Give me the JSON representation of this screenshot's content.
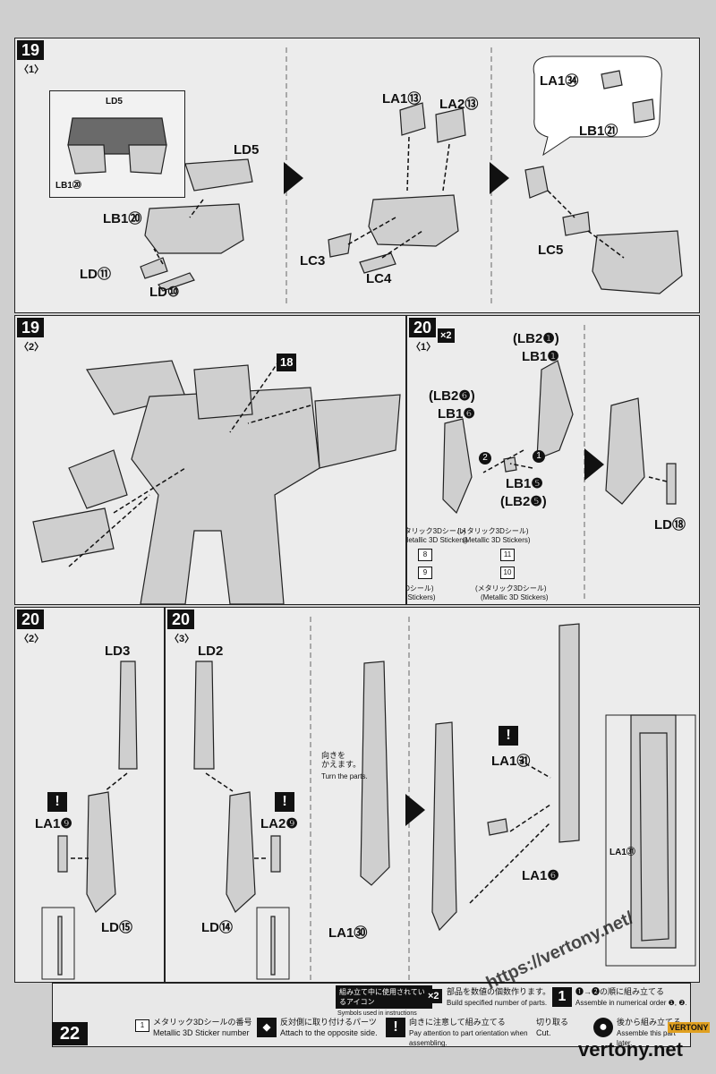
{
  "page_number": "22",
  "steps": {
    "s19_1": {
      "number": "19",
      "sub": "〈1〉",
      "inset_label_top": "LD5",
      "inset_label_bottom": "LB1⑳",
      "labels": [
        "LD5",
        "LB1⑳",
        "LD⑪",
        "LD⑩",
        "LA1⑬",
        "LA2⑬",
        "LC3",
        "LC4",
        "LA1㉞",
        "LB1㉑",
        "LC5"
      ]
    },
    "s19_2": {
      "number": "19",
      "sub": "〈2〉",
      "callout": "18"
    },
    "s20_1": {
      "number": "20",
      "sub": "〈1〉",
      "multiplier": "×2",
      "labels": [
        "(LB2❶)",
        "LB1❶",
        "(LB2❻)",
        "LB1❻",
        "LB1❺",
        "(LB2❺)",
        "LD⑱"
      ],
      "sticker_jp": "(メタリック3Dシール)",
      "sticker_en": "(Metallic 3D Stickers)",
      "sticker_numbers": [
        "8",
        "9",
        "11",
        "10"
      ]
    },
    "s20_2": {
      "number": "20",
      "sub": "〈2〉",
      "labels": [
        "LD3",
        "LA1❾",
        "LD⑮"
      ]
    },
    "s20_3": {
      "number": "20",
      "sub": "〈3〉",
      "labels": [
        "LD2",
        "LA2❾",
        "LD⑭",
        "LA1㉚",
        "LA1㉛",
        "LA1❻",
        "LA1㉛"
      ],
      "turn_jp": "向きを\nかえます。",
      "turn_en": "Turn the parts."
    }
  },
  "legend": {
    "title_jp": "組み立て中に使用されているアイコン",
    "title_en": "Symbols used in instructions",
    "items": [
      {
        "jp": "部品を数値の個数作ります。",
        "en": "Build specified number of parts."
      },
      {
        "jp": "❶→❷の順に組み立てる",
        "en": "Assemble in numerical order ❶, ❷."
      },
      {
        "jp": "メタリック3Dシールの番号",
        "en": "Metallic 3D Sticker number"
      },
      {
        "jp": "反対側に取り付けるパーツ",
        "en": "Attach to the opposite side."
      },
      {
        "jp": "向きに注意して組み立てる",
        "en": "Pay attention to part orientation when assembling."
      },
      {
        "jp": "切り取る",
        "en": "Cut."
      },
      {
        "jp": "後から組み立てる",
        "en": "Assemble this part later."
      }
    ]
  },
  "watermark": {
    "url": "https://vertony.net/",
    "site": "vertony.net",
    "badge": "VERTONY"
  }
}
